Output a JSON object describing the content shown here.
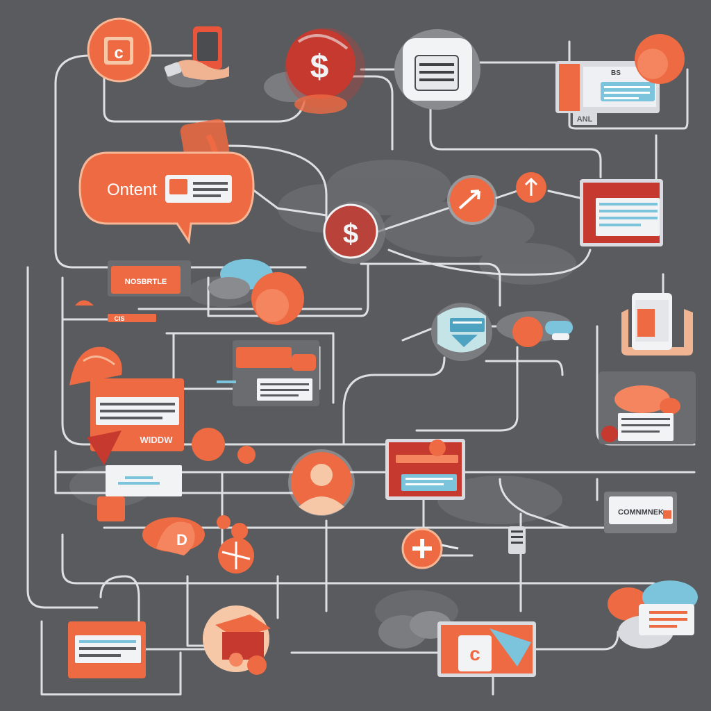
{
  "palette": {
    "background": "#5a5b5e",
    "connector": "#e9ecef",
    "accent_orange": "#ee6a42",
    "accent_red": "#c6392e",
    "accent_blue": "#7cc3dc",
    "card_white": "#f2f3f5",
    "cloud_gray": "#7b7c80"
  },
  "labels": {
    "speech_bubble": "Ontent",
    "card_left_tag": "NOSBRTLE",
    "card_left_small": "CIS",
    "card_window": "WIDDW",
    "card_bottom_right": "COMNMNEK",
    "tag_top_right": "BS",
    "tag_monitor_footer": "ANL",
    "dollar_top": "$",
    "dollar_center": "$"
  },
  "icons": [
    "document-c-icon",
    "phone-hand-icon",
    "dollar-cloud-icon",
    "list-window-icon",
    "monitor-icon",
    "speech-bubble-icon",
    "arrow-up-circle-icon",
    "folder-icon",
    "user-avatar-icon",
    "mobile-device-icon",
    "cloud-icon",
    "plus-circle-icon",
    "server-icon",
    "box-icon"
  ]
}
